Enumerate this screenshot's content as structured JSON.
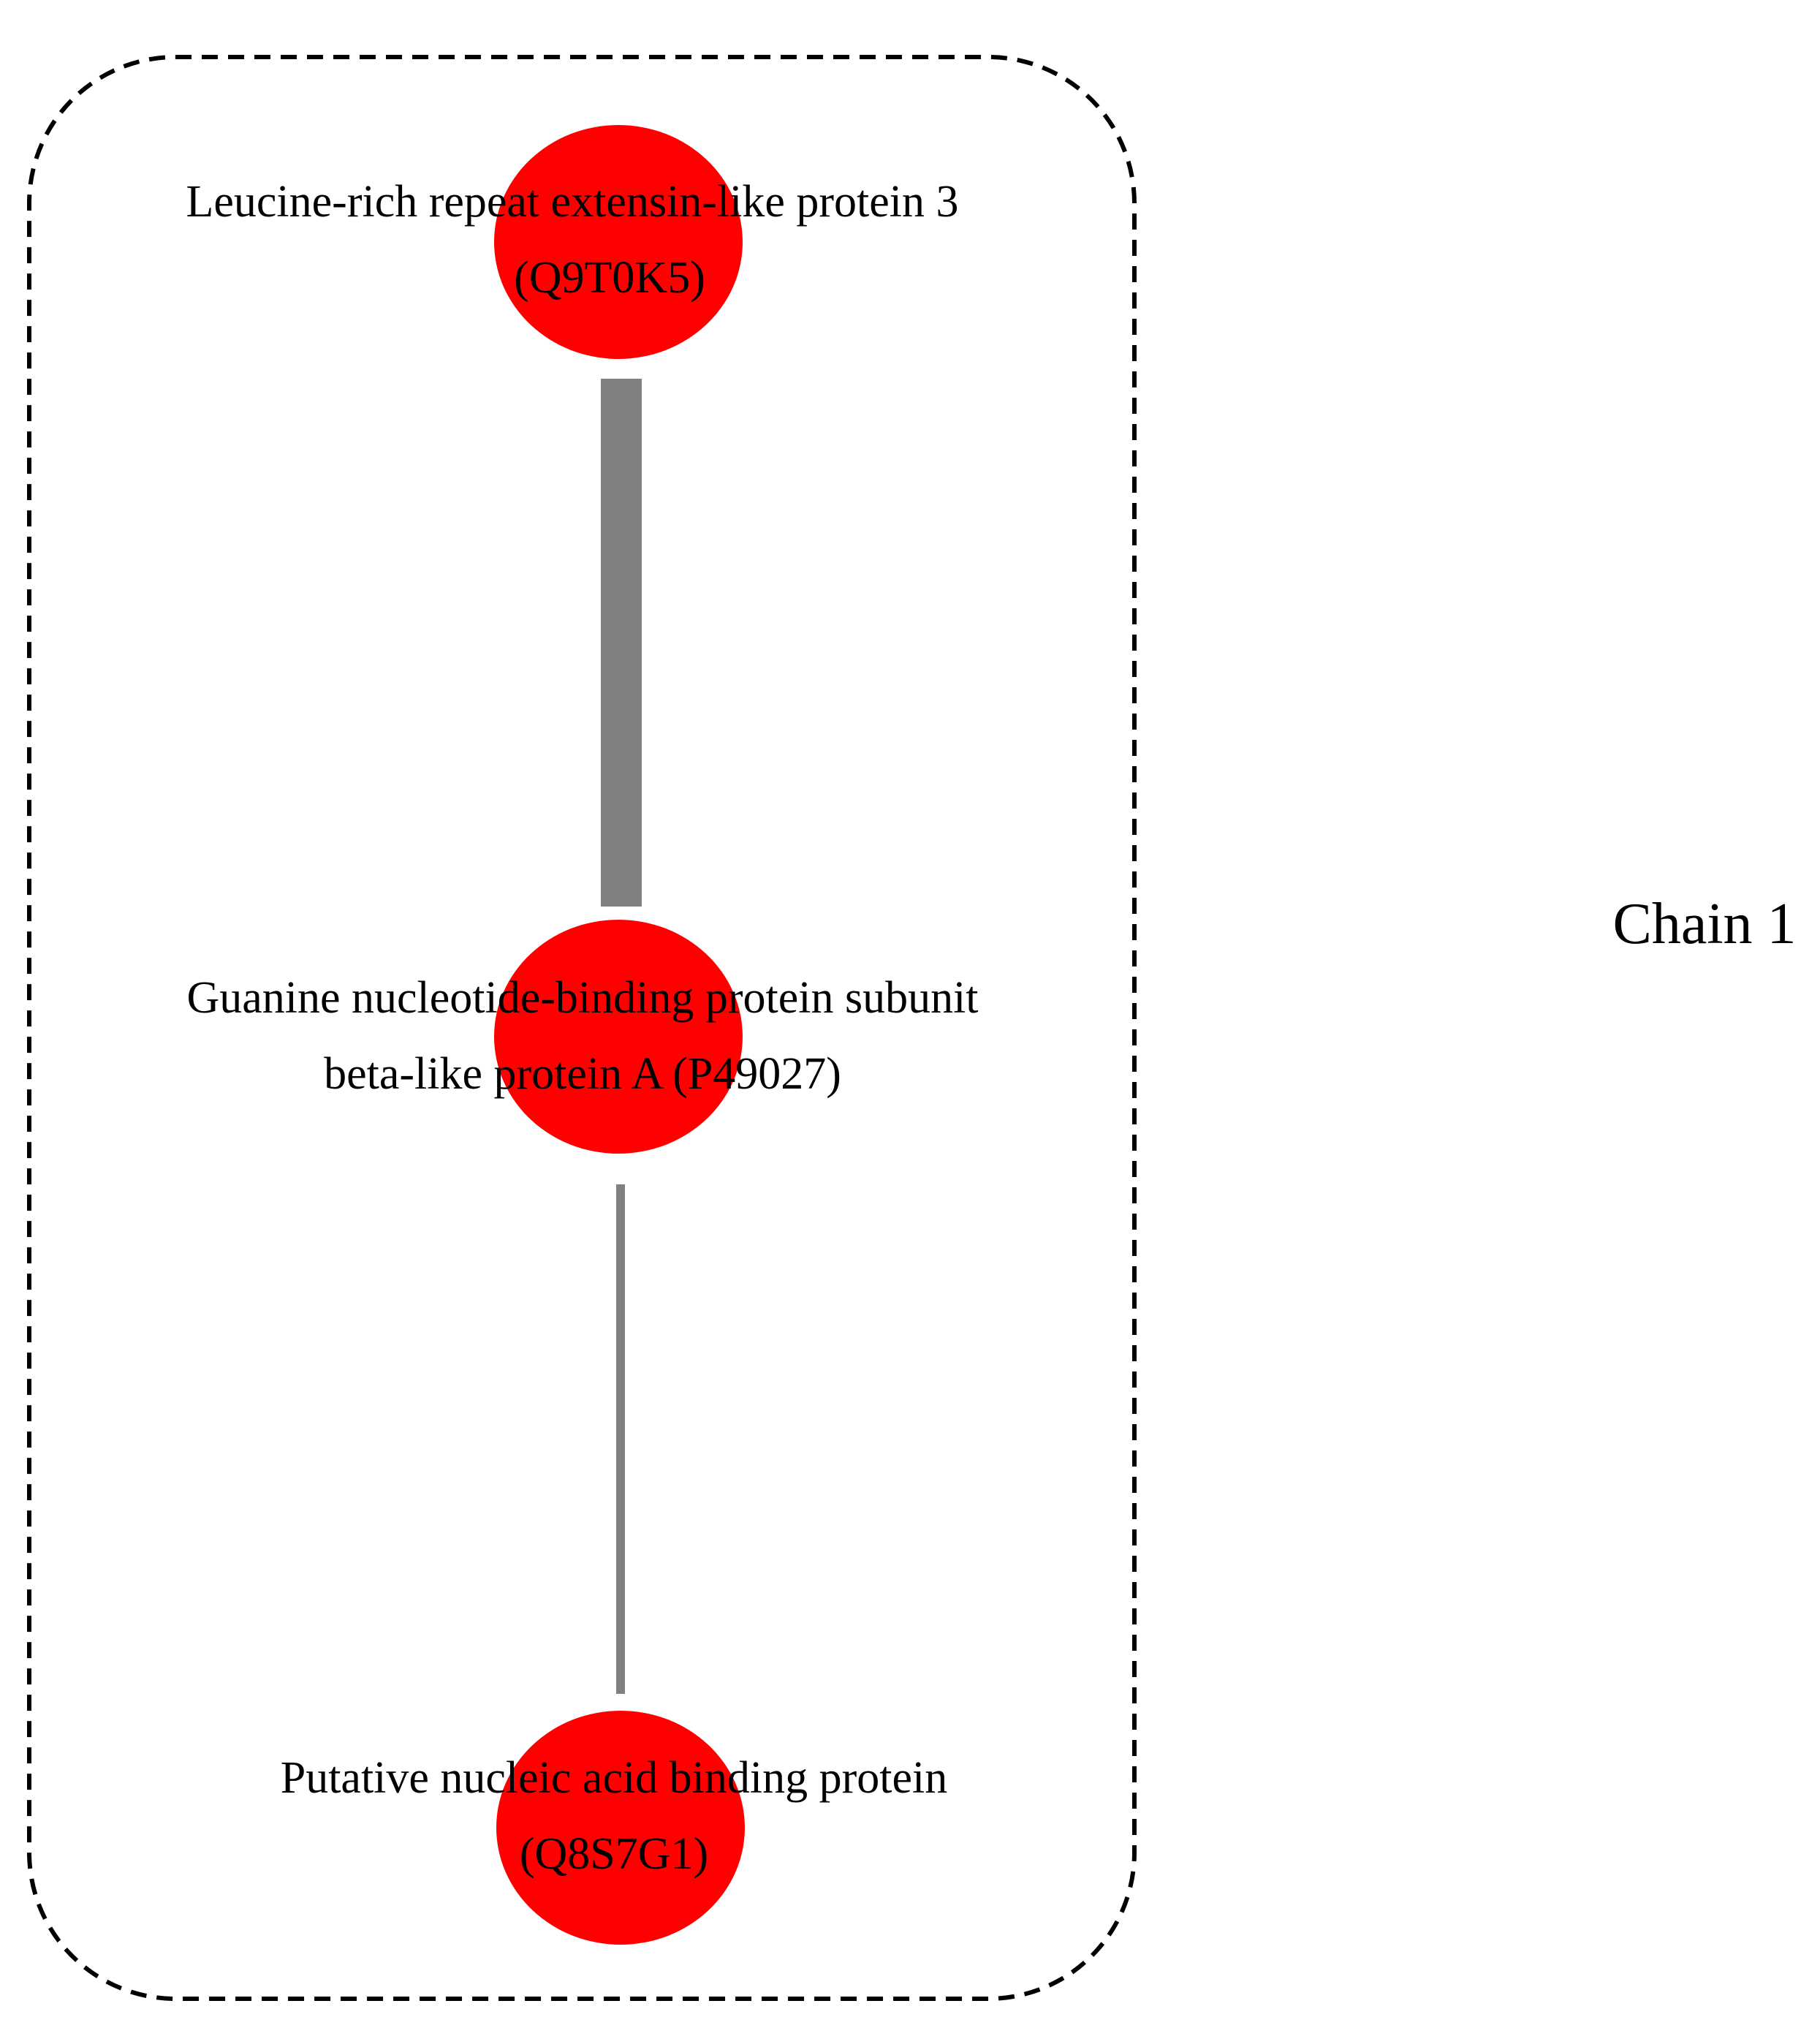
{
  "colors": {
    "node_fill": "#ff0000",
    "edge_color": "#808080",
    "group_border": "#000000",
    "text": "#000000"
  },
  "group": {
    "label": "Chain 1",
    "border_style": "dashed"
  },
  "nodes": [
    {
      "id": "Q9T0K5",
      "label_line1": "Leucine-rich repeat extensin-like protein 3",
      "label_line2": "(Q9T0K5)"
    },
    {
      "id": "P49027",
      "label_line1": "Guanine nucleotide-binding protein subunit",
      "label_line2": "beta-like protein A (P49027)"
    },
    {
      "id": "Q8S7G1",
      "label_line1": "Putative nucleic acid binding protein",
      "label_line2": "(Q8S7G1)"
    }
  ],
  "edges": [
    {
      "source": "Q9T0K5",
      "target": "P49027",
      "weight": "strong"
    },
    {
      "source": "P49027",
      "target": "Q8S7G1",
      "weight": "weak"
    }
  ]
}
